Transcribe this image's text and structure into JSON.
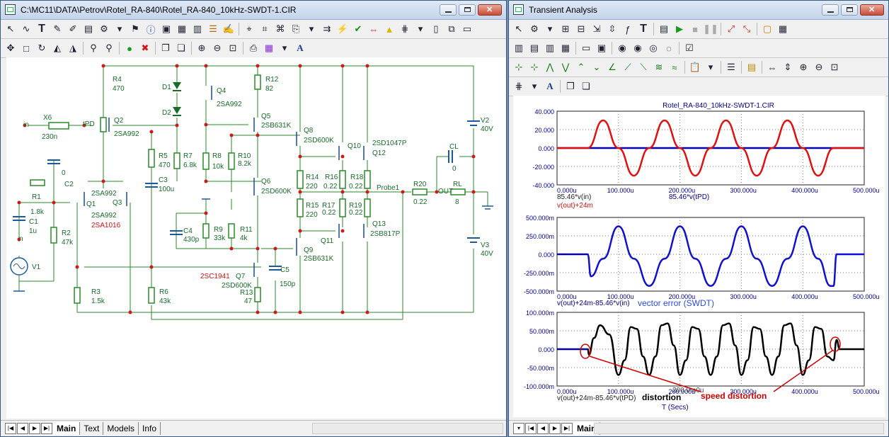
{
  "schematic": {
    "title": "C:\\MC11\\DATA\\Petrov\\Rotel_RA-840\\Rotel_RA-840_10kHz-SWDT-1.CIR",
    "tabs": [
      "Main",
      "Text",
      "Models",
      "Info"
    ],
    "labels": {
      "X6": "X6",
      "x6val": "230n",
      "in": "in",
      "tPD": "tPD",
      "R4": "R4",
      "R4v": "470",
      "D1": "D1",
      "D2": "D2",
      "Q4": "Q4",
      "Q4t": "2SA992",
      "R12": "R12",
      "R12v": "82",
      "Q2": "Q2",
      "Q2t": "2SA992",
      "Q5": "Q5",
      "Q5t": "2SB631K",
      "Q8": "Q8",
      "Q8t": "2SD600K",
      "Q10": "Q10",
      "Q12t": "2SD1047P",
      "Q12": "Q12",
      "V2": "V2",
      "V2v": "40V",
      "CL": "CL",
      "CLv": "0",
      "R5": "R5",
      "R5v": "470",
      "R7": "R7",
      "R7v": "6.8k",
      "R8": "R8",
      "R8v": "10k",
      "R10": "R10",
      "R10v": "8.2k",
      "C3": "C3",
      "C3v": "100u",
      "C2v": "0",
      "C2": "C2",
      "R1": "R1",
      "R1v": "1.8k",
      "C1": "C1",
      "C1v": "1u",
      "R2": "R2",
      "R2v": "47k",
      "n": "n",
      "Q1": "Q1",
      "Q1t": "2SA992",
      "Q3": "Q3",
      "Q3t": "2SA992",
      "Q3t2": "2SA1016",
      "Q6": "Q6",
      "Q6t": "2SD600K",
      "R14": "R14",
      "R14v": "220",
      "R16": "R16",
      "R16v": "0.22",
      "R18": "R18",
      "R18v": "0.22",
      "Probe1": "Probe1",
      "R20": "R20",
      "R20v": "0.22",
      "OUT": "OUT",
      "RL": "RL",
      "RLv": "8",
      "R15": "R15",
      "R15v": "220",
      "R17": "R17",
      "R17v": "0.22",
      "R19": "R19",
      "R19v": "0.22",
      "Q13": "Q13",
      "Q13t": "2SB817P",
      "Q11": "Q11",
      "C4": "C4",
      "C4v": "430p",
      "R9": "R9",
      "R9v": "33k",
      "R11": "R11",
      "R11v": "4k",
      "Q9": "Q9",
      "Q9t": "2SB631K",
      "V3": "V3",
      "V3v": "40V",
      "V1": "V1",
      "Q7t": "2SC1941",
      "Q7": "Q7",
      "Q7t2": "2SD600K",
      "C5": "C5",
      "C5v": "150p",
      "R13": "R13",
      "R13v": "47",
      "R3": "R3",
      "R3v": "1.5k",
      "R6": "R6",
      "R6v": "43k"
    }
  },
  "analysis": {
    "title": "Transient Analysis",
    "tab": "Main",
    "plot_title": "Rotel_RA-840_10kHz-SWDT-1.CIR",
    "p1_expr1": "85.46*v(in)",
    "p1_expr2": "85.46*v(tPD)",
    "p1_expr3": "v(out)+24m",
    "p2_expr": "v(out)+24m-85.46*v(in)",
    "p2_note": "vector error (SWDT)",
    "p3_expr": "v(out)+24m-85.46*v(tPD)",
    "p3_note": "distortion",
    "p3_annot": "speed distortion",
    "xaxis_title": "T (Secs)",
    "overlap_tick": "200.0m0u",
    "colors": {
      "p1": "#dd1111",
      "p2": "#1111cc",
      "p3": "#000000",
      "annot": "#cc0000",
      "zero": "#0000aa"
    }
  },
  "chart_data": [
    {
      "type": "line",
      "title": "Rotel_RA-840_10kHz-SWDT-1.CIR",
      "x_ticks": [
        "0.000u",
        "100.000u",
        "200.000u",
        "300.000u",
        "400.000u",
        "500.000u"
      ],
      "y_ticks": [
        "40.000",
        "20.000",
        "0.000",
        "-20.000",
        "-40.000"
      ],
      "ylim": [
        -40,
        40
      ],
      "xlim": [
        0,
        500
      ],
      "series": [
        {
          "name": "85.46*v(in)",
          "color": "#0000aa",
          "x": [
            0,
            50,
            450,
            500
          ],
          "y": [
            0,
            0,
            0,
            0
          ]
        },
        {
          "name": "v(out)+24m",
          "color": "#dd1111",
          "x": [
            0,
            50,
            75,
            100,
            125,
            150,
            175,
            200,
            225,
            250,
            275,
            300,
            325,
            350,
            375,
            400,
            425,
            450,
            500
          ],
          "y": [
            0,
            0,
            30,
            0,
            -30,
            0,
            30,
            0,
            -30,
            0,
            30,
            0,
            -30,
            0,
            30,
            0,
            -30,
            0,
            0
          ]
        }
      ]
    },
    {
      "type": "line",
      "x_ticks": [
        "0.000u",
        "100.000u",
        "200.000u",
        "300.000u",
        "400.000u",
        "500.000u"
      ],
      "y_ticks": [
        "500.000m",
        "250.000m",
        "0.000",
        "-250.000m",
        "-500.000m"
      ],
      "ylim": [
        -500,
        500
      ],
      "xlim": [
        0,
        500
      ],
      "series": [
        {
          "name": "v(out)+24m-85.46*v(in)",
          "color": "#1111cc",
          "x": [
            0,
            50,
            55,
            75,
            100,
            125,
            150,
            175,
            200,
            225,
            250,
            275,
            300,
            325,
            350,
            375,
            400,
            425,
            445,
            450,
            455,
            500
          ],
          "y": [
            0,
            0,
            -300,
            -60,
            380,
            -60,
            -430,
            -60,
            380,
            -60,
            -430,
            -60,
            380,
            -60,
            -430,
            -60,
            380,
            -60,
            -430,
            -430,
            0,
            0
          ]
        }
      ]
    },
    {
      "type": "line",
      "x_ticks": [
        "0.000u",
        "100.000u",
        "200.000u",
        "300.000u",
        "400.000u",
        "500.000u"
      ],
      "y_ticks": [
        "100.000m",
        "50.000m",
        "0.000",
        "-50.000m",
        "-100.000m"
      ],
      "ylim": [
        -100,
        100
      ],
      "xlim": [
        0,
        500
      ],
      "series": [
        {
          "name": "v(out)+24m-85.46*v(tPD)",
          "color": "#000000",
          "x": [
            0,
            50,
            52,
            60,
            70,
            85,
            100,
            110,
            120,
            130,
            140,
            150,
            160,
            170,
            180,
            190,
            200,
            210,
            220,
            230,
            240,
            250,
            260,
            270,
            280,
            290,
            300,
            310,
            320,
            330,
            340,
            350,
            360,
            370,
            380,
            390,
            400,
            410,
            420,
            430,
            440,
            450,
            455,
            460,
            470,
            500
          ],
          "y": [
            0,
            0,
            -15,
            30,
            65,
            40,
            -70,
            -30,
            60,
            55,
            -20,
            -70,
            -20,
            65,
            70,
            10,
            -70,
            -30,
            60,
            55,
            -20,
            -70,
            -20,
            65,
            70,
            10,
            -70,
            -30,
            60,
            55,
            -20,
            -70,
            -20,
            65,
            70,
            10,
            -70,
            -30,
            60,
            55,
            -20,
            -30,
            25,
            0,
            0,
            0
          ]
        }
      ]
    }
  ]
}
